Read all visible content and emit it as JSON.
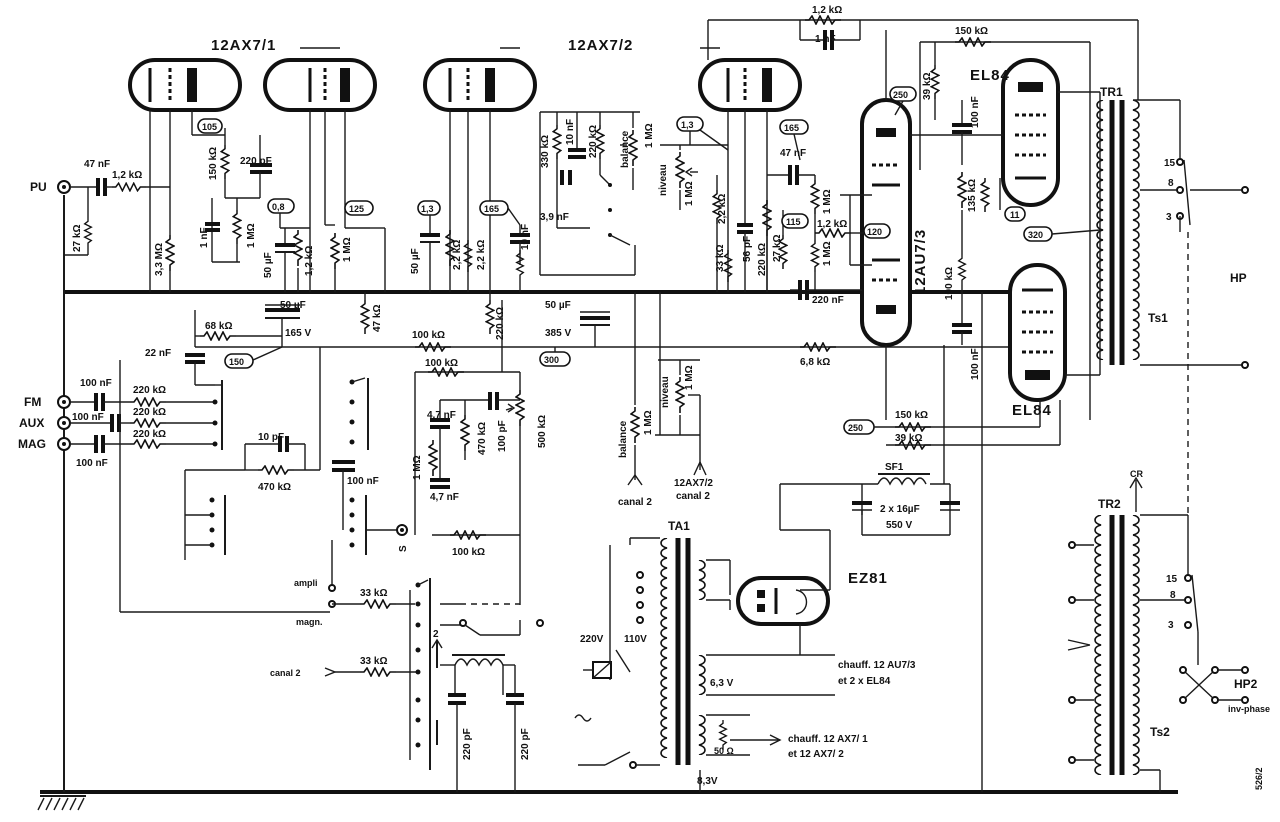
{
  "tubes": {
    "v1": "12AX7/1",
    "v2": "12AX7/2",
    "v3": "12AU7/3",
    "el84_top": "EL84",
    "el84_bottom": "EL84",
    "rectifier": "EZ81"
  },
  "inputs": {
    "pu": "PU",
    "fm": "FM",
    "aux": "AUX",
    "mag": "MAG",
    "ampli": "ampli",
    "magn": "magn.",
    "canal2_in": "canal 2"
  },
  "outputs": {
    "hp": "HP",
    "hp2": "HP2",
    "inv_phase": "inv-phase",
    "tap15": "15",
    "tap8": "8",
    "tap3": "3",
    "tap15b": "15",
    "tap8b": "8",
    "tap3b": "3",
    "cr": "CR"
  },
  "transformers": {
    "tr1": "TR1",
    "ts1": "Ts1",
    "tr2": "TR2",
    "ts2": "Ts2",
    "ta1": "TA1",
    "sf1": "SF1"
  },
  "components": {
    "c47nf_pu": "47 nF",
    "r1k2_pu": "1,2 kΩ",
    "r27k": "27 kΩ",
    "r3m3": "3,3 MΩ",
    "r150k_a": "150 kΩ",
    "c220pf_a": "220 pF",
    "c1nf_a": "1 nF",
    "r1m_a": "1 MΩ",
    "c50uf_a": "50 µF",
    "r1k2_b": "1,2 kΩ",
    "r1m_b": "1 MΩ",
    "c50uf_b": "50 µF",
    "r2k2_a": "2,2 kΩ",
    "r2k2_b": "2,2 kΩ",
    "c10nf_a": "10 nF",
    "r330k": "330 kΩ",
    "c10nf_b": "10 nF",
    "r220k_a": "220 kΩ",
    "balance_a": "balance",
    "r1m_bal_a": "1 MΩ",
    "niveau_a": "niveau",
    "r1m_niv_a": "1 MΩ",
    "c3n9": "3,9 nF",
    "r2k2_c": "2,2 kΩ",
    "r33k_a": "33 kΩ",
    "c56pf": "56 pF",
    "r220k_b": "220 kΩ",
    "r27k_b": "27 kΩ",
    "c47nf_b": "47 nF",
    "r1m_c": "1 MΩ",
    "r1k2_c": "1,2 kΩ",
    "r1m_d": "1 MΩ",
    "c220nf": "220 nF",
    "r1k2_fb": "1,2 kΩ",
    "c1nf_fb": "1 nF",
    "r150k_fb": "150 kΩ",
    "r39k_a": "39 kΩ",
    "c100nf_a": "100 nF",
    "r135k": "135 kΩ",
    "r100k_c": "100 kΩ",
    "c100nf_b": "100 nF",
    "c50uf_hv": "50 µF",
    "v165": "165 V",
    "c50uf_385": "50 µF",
    "v385": "385 V",
    "r68k": "68 kΩ",
    "c22nf": "22 nF",
    "r47k": "47 kΩ",
    "r100k_a": "100 kΩ",
    "r220k_c": "220 kΩ",
    "r6k8": "6,8 kΩ",
    "c100nf_fm": "100 nF",
    "r220k_fm": "220 kΩ",
    "c100nf_aux": "100 nF",
    "r220k_aux": "220 kΩ",
    "c100nf_mag": "100 nF",
    "r220k_mag": "220 kΩ",
    "c10pf": "10 pF",
    "r470k_a": "470 kΩ",
    "c100nf_c": "100 nF",
    "r100k_tone": "100 kΩ",
    "c4n7_a": "4,7 nF",
    "r470k_b": "470 kΩ",
    "c100pf": "100 pF",
    "r500k": "500 kΩ",
    "r1m_tone": "1 MΩ",
    "c4n7_b": "4,7 nF",
    "r100k_b": "100 kΩ",
    "balance_b": "balance",
    "r1m_bal_b": "1 MΩ",
    "niveau_b": "niveau",
    "r1m_niv_b": "1 MΩ",
    "canal2_a": "canal 2",
    "ax72_canal2": "12AX7/2",
    "canal2_b": "canal 2",
    "r150k_b": "150 kΩ",
    "r39k_b": "39 kΩ",
    "c2x16": "2 x 16µF",
    "v550": "550 V",
    "r33k_magn": "33 kΩ",
    "r33k_can": "33 kΩ",
    "c220pf_b": "220 pF",
    "c220pf_c": "220 pF",
    "v220": "220V",
    "v110": "110V",
    "v63": "6,3 V",
    "v83": "8,3V",
    "r50ohm": "50 Ω",
    "heat1_a": "chauff. 12 AU7/3",
    "heat1_b": "et  2 x EL84",
    "heat2_a": "chauff. 12 AX7/ 1",
    "heat2_b": "et  12 AX7/ 2",
    "sw2": "2",
    "s_label": "S",
    "ref": "526/2"
  },
  "tags": {
    "t105": "105",
    "t08": "0,8",
    "t125": "125",
    "t13a": "1,3",
    "t165a": "165",
    "t13b": "1,3",
    "t165b": "165",
    "t250a": "250",
    "t115": "115",
    "t120": "120",
    "t11": "11",
    "t320": "320",
    "t150": "150",
    "t300": "300",
    "t250b": "250"
  }
}
